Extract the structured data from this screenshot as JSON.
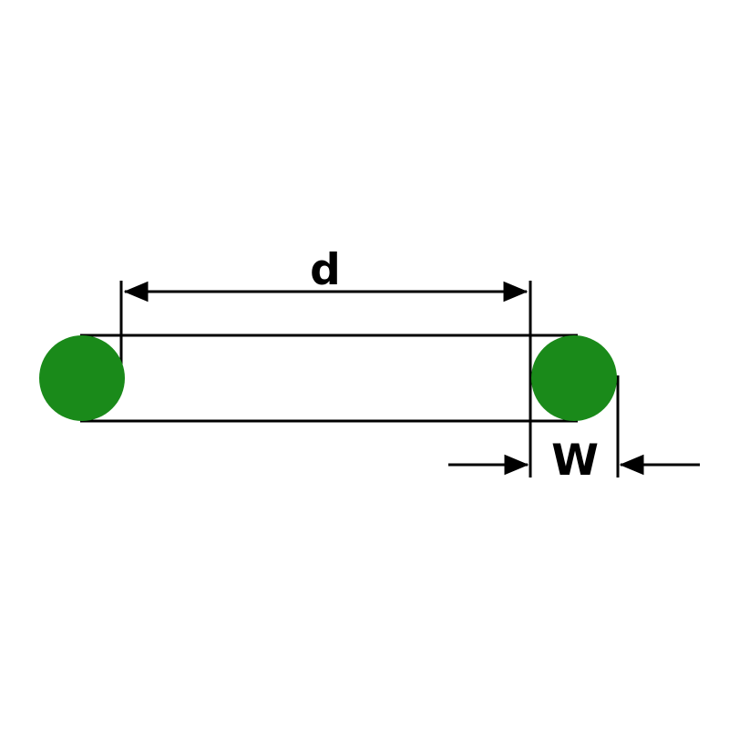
{
  "diagram": {
    "name": "o-ring-dimension-diagram",
    "labels": {
      "inner_diameter": "d",
      "cross_section_width": "W"
    },
    "colors": {
      "ring_fill": "#1a8a1a",
      "line": "#000000",
      "background": "#ffffff"
    }
  }
}
